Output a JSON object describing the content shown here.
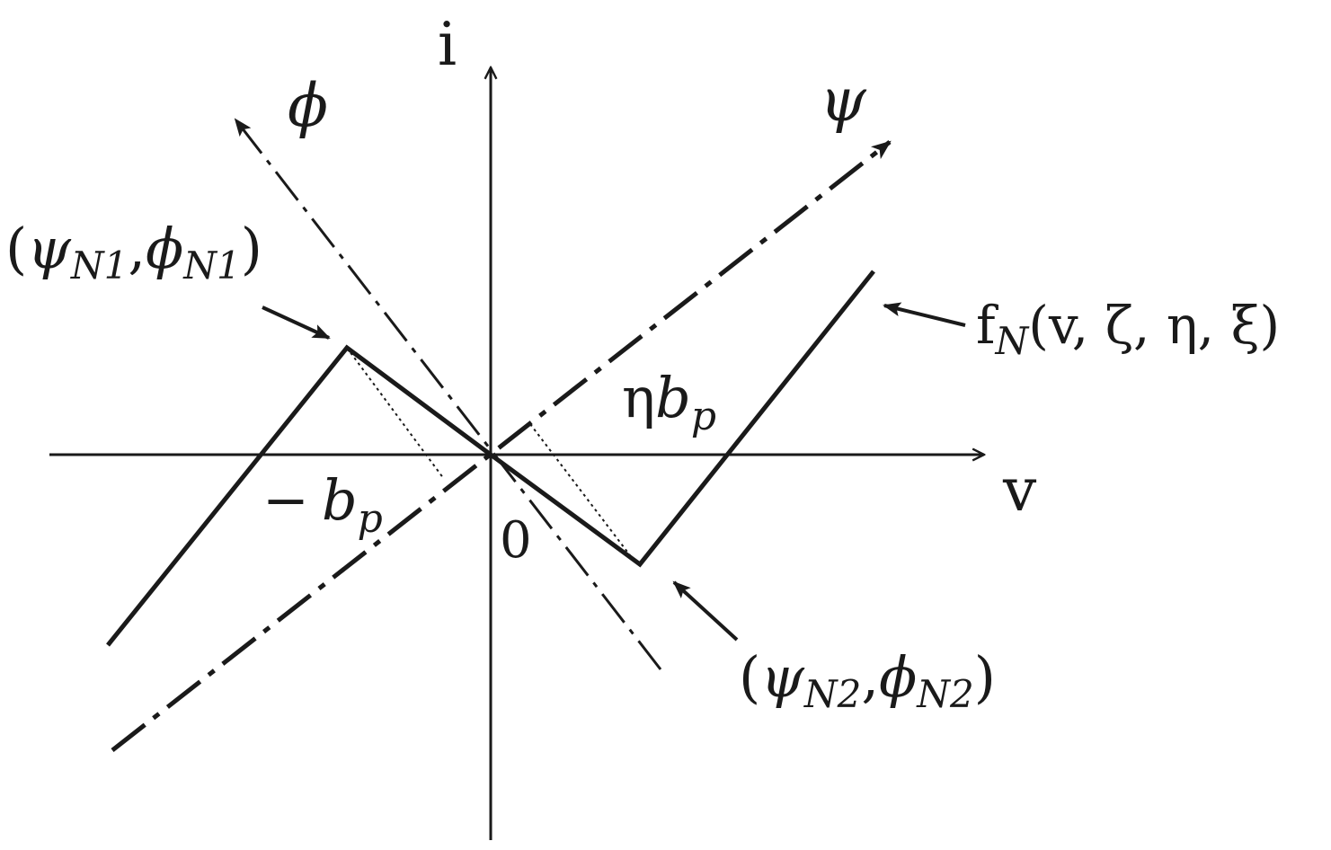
{
  "axes": {
    "vertical_label": "i",
    "horizontal_label": "v",
    "origin_label": "0"
  },
  "rotated_axes": {
    "phi_label": "ϕ",
    "psi_label": "ψ"
  },
  "points": {
    "n1": {
      "open": "(",
      "psi": "ψ",
      "psi_sub": "N1",
      "comma": ",",
      "phi": "ϕ",
      "phi_sub": "N1",
      "close": ")"
    },
    "n2": {
      "open": "(",
      "psi": "ψ",
      "psi_sub": "N2",
      "comma": ",",
      "phi": "ϕ",
      "phi_sub": "N2",
      "close": ")"
    }
  },
  "function_label": {
    "name": "f",
    "sub": "N",
    "args": "(v, ζ, η, ξ)"
  },
  "breakpoint_labels": {
    "neg": {
      "minus": "−",
      "b": "b",
      "sub": "p"
    },
    "pos": {
      "eta": "η",
      "b": "b",
      "sub": "p"
    }
  },
  "colors": {
    "ink": "#1a1a1a",
    "background": "#ffffff"
  }
}
